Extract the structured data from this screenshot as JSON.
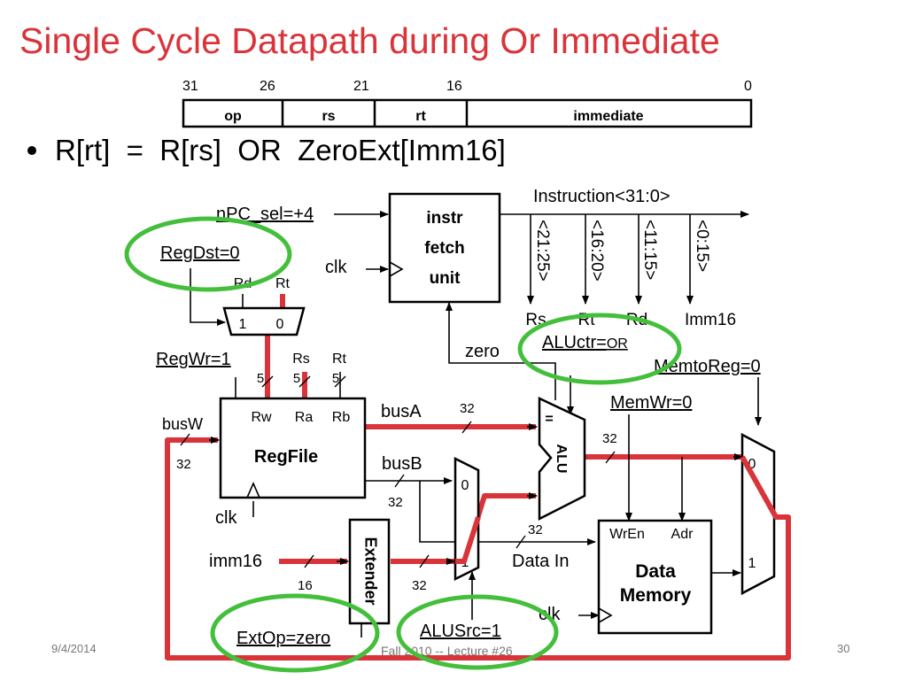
{
  "title": "Single Cycle Datapath during Or Immediate",
  "format": {
    "bit_labels": [
      "31",
      "26",
      "21",
      "16",
      "0"
    ],
    "fields": [
      "op",
      "rs",
      "rt",
      "immediate"
    ]
  },
  "bullet": "R[rt]  =  R[rs]  OR  ZeroExt[Imm16]",
  "signals": {
    "npc_sel": "nPC_sel=+4",
    "regdst": "RegDst=0",
    "regwr": "RegWr=1",
    "aluctr": "ALUctr=",
    "aluctr_value": "OR",
    "memtoreg": "MemtoReg=0",
    "memwr": "MemWr=0",
    "extop": "ExtOp=zero",
    "alusrc": "ALUSrc=1"
  },
  "labels": {
    "instruction": "Instruction<31:0>",
    "ifu_line1": "instr",
    "ifu_line2": "fetch",
    "ifu_line3": "unit",
    "clk": "clk",
    "rd": "Rd",
    "rt": "Rt",
    "rs": "Rs",
    "imm16_field": "Imm16",
    "field_rs": "<21:25>",
    "field_rt": "<16:20>",
    "field_rd": "<11:15>",
    "field_imm": "<0:15>",
    "mux_1": "1",
    "mux_0": "0",
    "w5": "5",
    "w32": "32",
    "w16": "16",
    "zero": "zero",
    "busa": "busA",
    "busb": "busB",
    "busw": "busW",
    "rw": "Rw",
    "ra": "Ra",
    "rb": "Rb",
    "regfile": "RegFile",
    "alu": "ALU",
    "eq": "=",
    "extender": "Extender",
    "imm16": "imm16",
    "wren": "WrEn",
    "adr": "Adr",
    "data_in": "Data In",
    "data": "Data",
    "memory": "Memory"
  },
  "footer": {
    "date": "9/4/2014",
    "course": "Fall 2010 -- Lecture #26",
    "page": "30"
  },
  "colors": {
    "title": "#d9343a",
    "highlight_path": "#d9343a",
    "control_oval": "#44bf3c"
  }
}
